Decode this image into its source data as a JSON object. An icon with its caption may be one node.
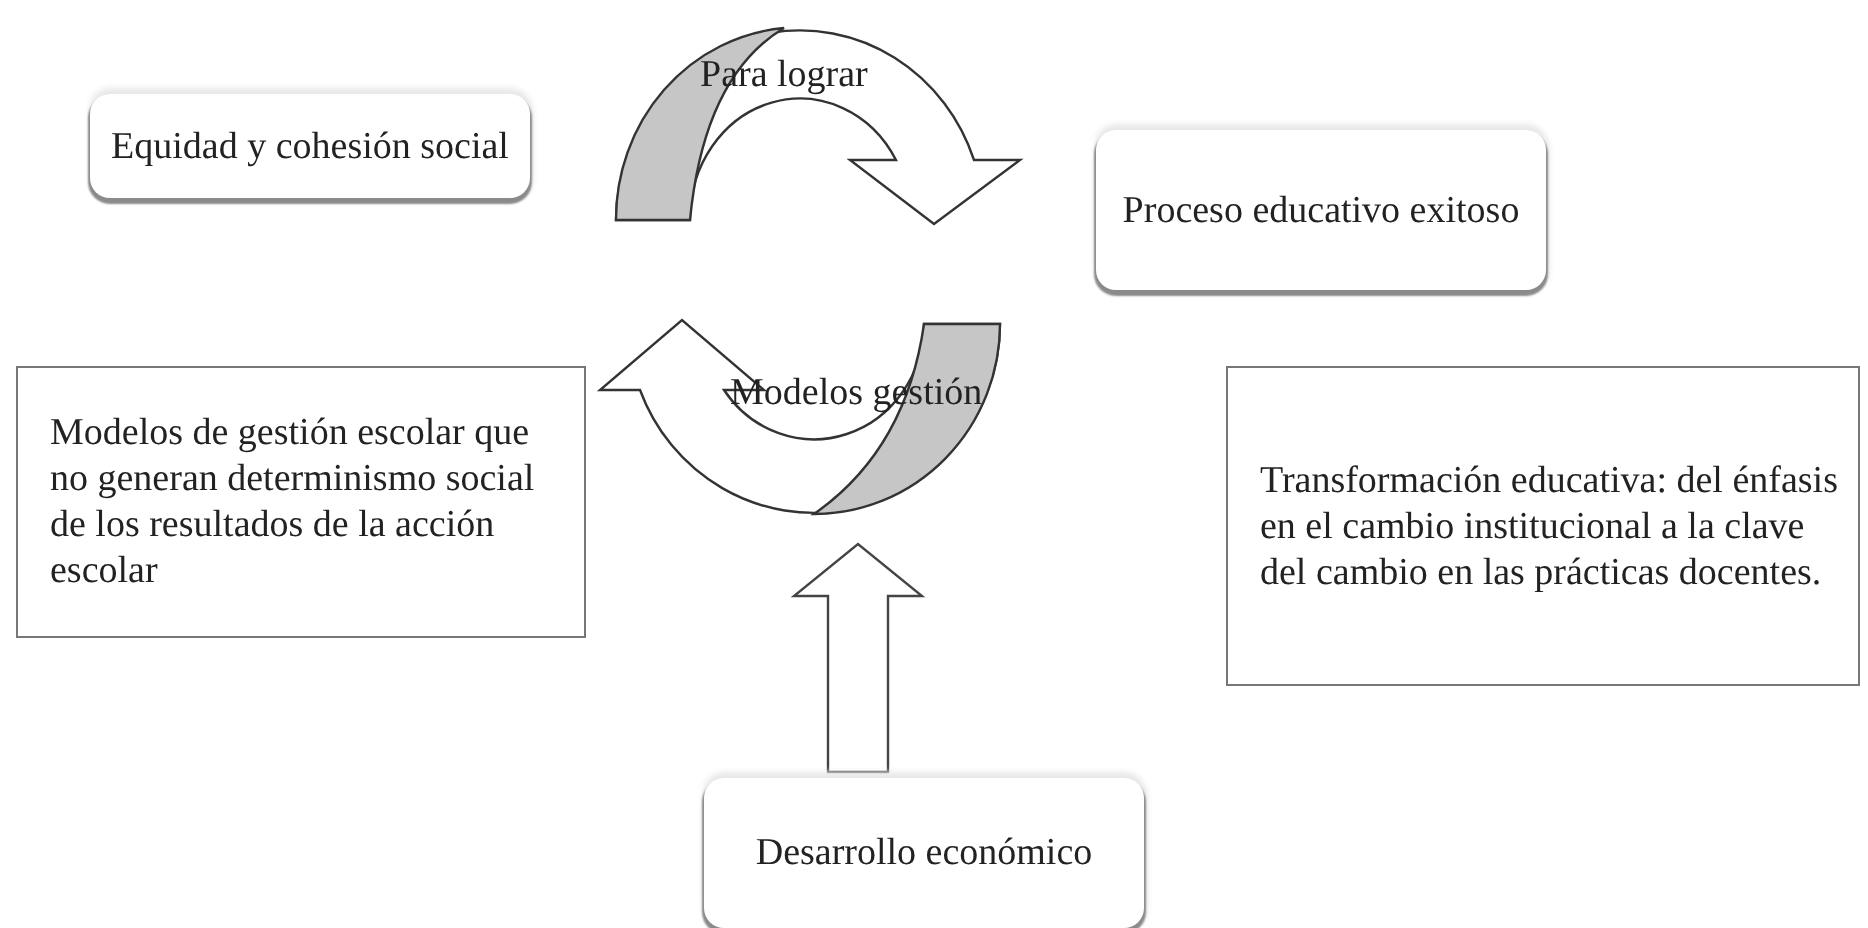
{
  "diagram": {
    "nodes": [
      {
        "text": [
          "Equidad y cohesión social"
        ]
      },
      {
        "text": [
          "Para lograr"
        ]
      },
      {
        "text": [
          "Proceso educativo exitoso"
        ]
      },
      {
        "text": [
          "Modelos gestión"
        ]
      },
      {
        "text": [
          "Modelos de gestión escolar que no generan determinismo social de los resultados de la acción escolar"
        ]
      },
      {
        "text": [
          "Transformación educativa: del énfasis en el cambio institucional a la clave del cambio en las prácticas docentes."
        ]
      },
      {
        "text": [
          "Desarrollo económico"
        ]
      }
    ],
    "edges": [
      {
        "from": 6,
        "to": 3,
        "arrow": "to"
      }
    ]
  }
}
